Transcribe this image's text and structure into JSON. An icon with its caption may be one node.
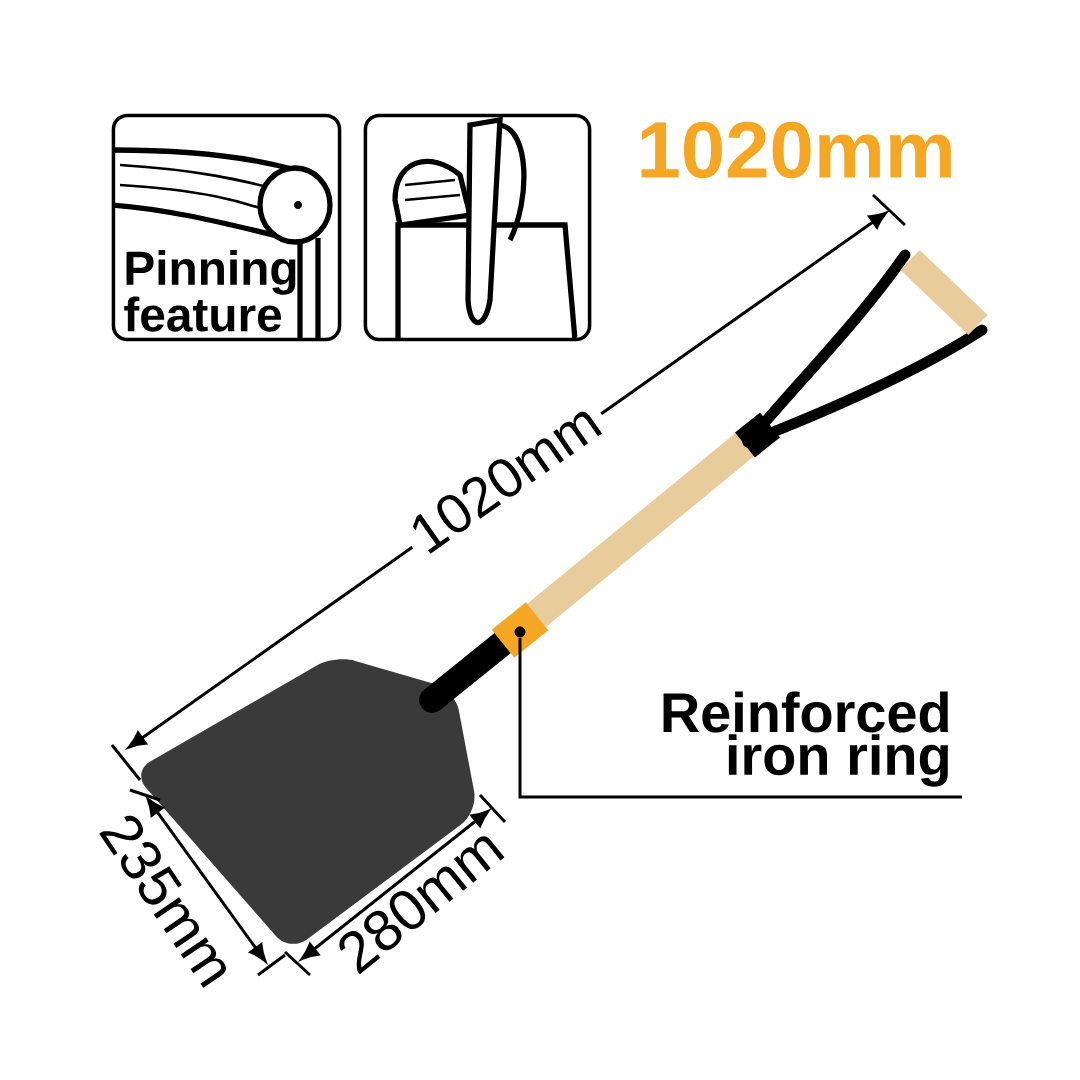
{
  "diagram": {
    "nodes": [
      {
        "text": [
          "Pinning feature"
        ]
      },
      {
        "text": [],
        "shape": "picture"
      },
      {
        "text": [
          "Reinforced iron ring"
        ]
      },
      {
        "text": [],
        "shape": "circle"
      }
    ],
    "edges": [
      {
        "from": 2,
        "to": 3,
        "arrow": "none"
      }
    ],
    "labels": [
      "1020mm",
      "1020mm",
      "235mm",
      "280mm"
    ]
  }
}
